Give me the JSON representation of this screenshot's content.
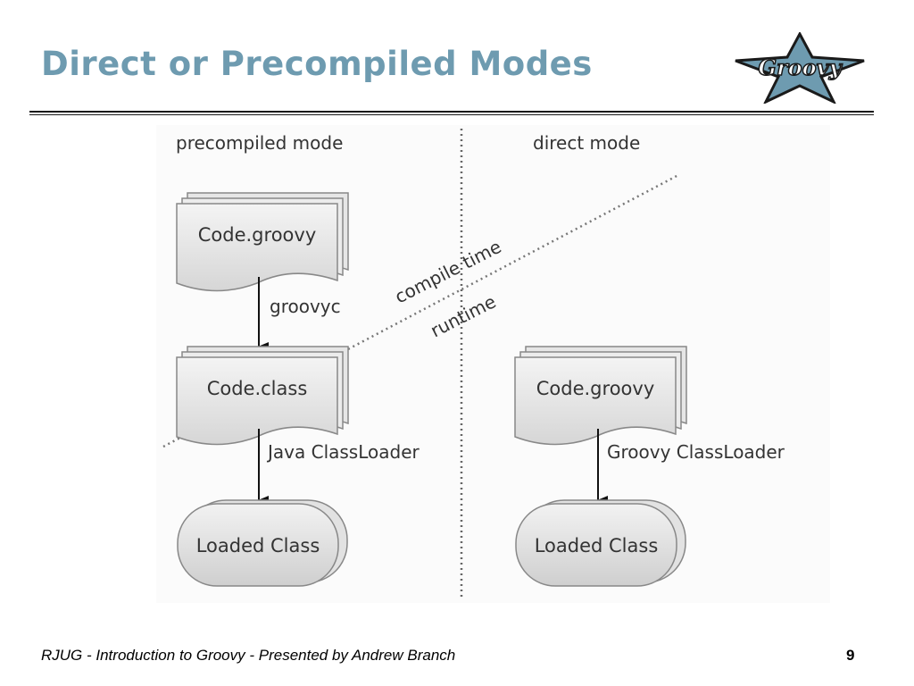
{
  "slide": {
    "title": "Direct or Precompiled Modes",
    "footer": "RJUG - Introduction to Groovy - Presented by Andrew Branch",
    "page_number": "9"
  },
  "logo": {
    "text": "Groovy",
    "icon": "groovy-star-logo",
    "star_color": "#6e9bb0"
  },
  "diagram": {
    "precompiled": {
      "heading": "precompiled mode",
      "source": "Code.groovy",
      "compile_step": "groovyc",
      "compiled": "Code.class",
      "load_step": "Java ClassLoader",
      "result": "Loaded Class"
    },
    "direct": {
      "heading": "direct mode",
      "source": "Code.groovy",
      "load_step": "Groovy ClassLoader",
      "result": "Loaded Class"
    },
    "divider": {
      "upper_label": "compile time",
      "lower_label": "runtime"
    }
  }
}
